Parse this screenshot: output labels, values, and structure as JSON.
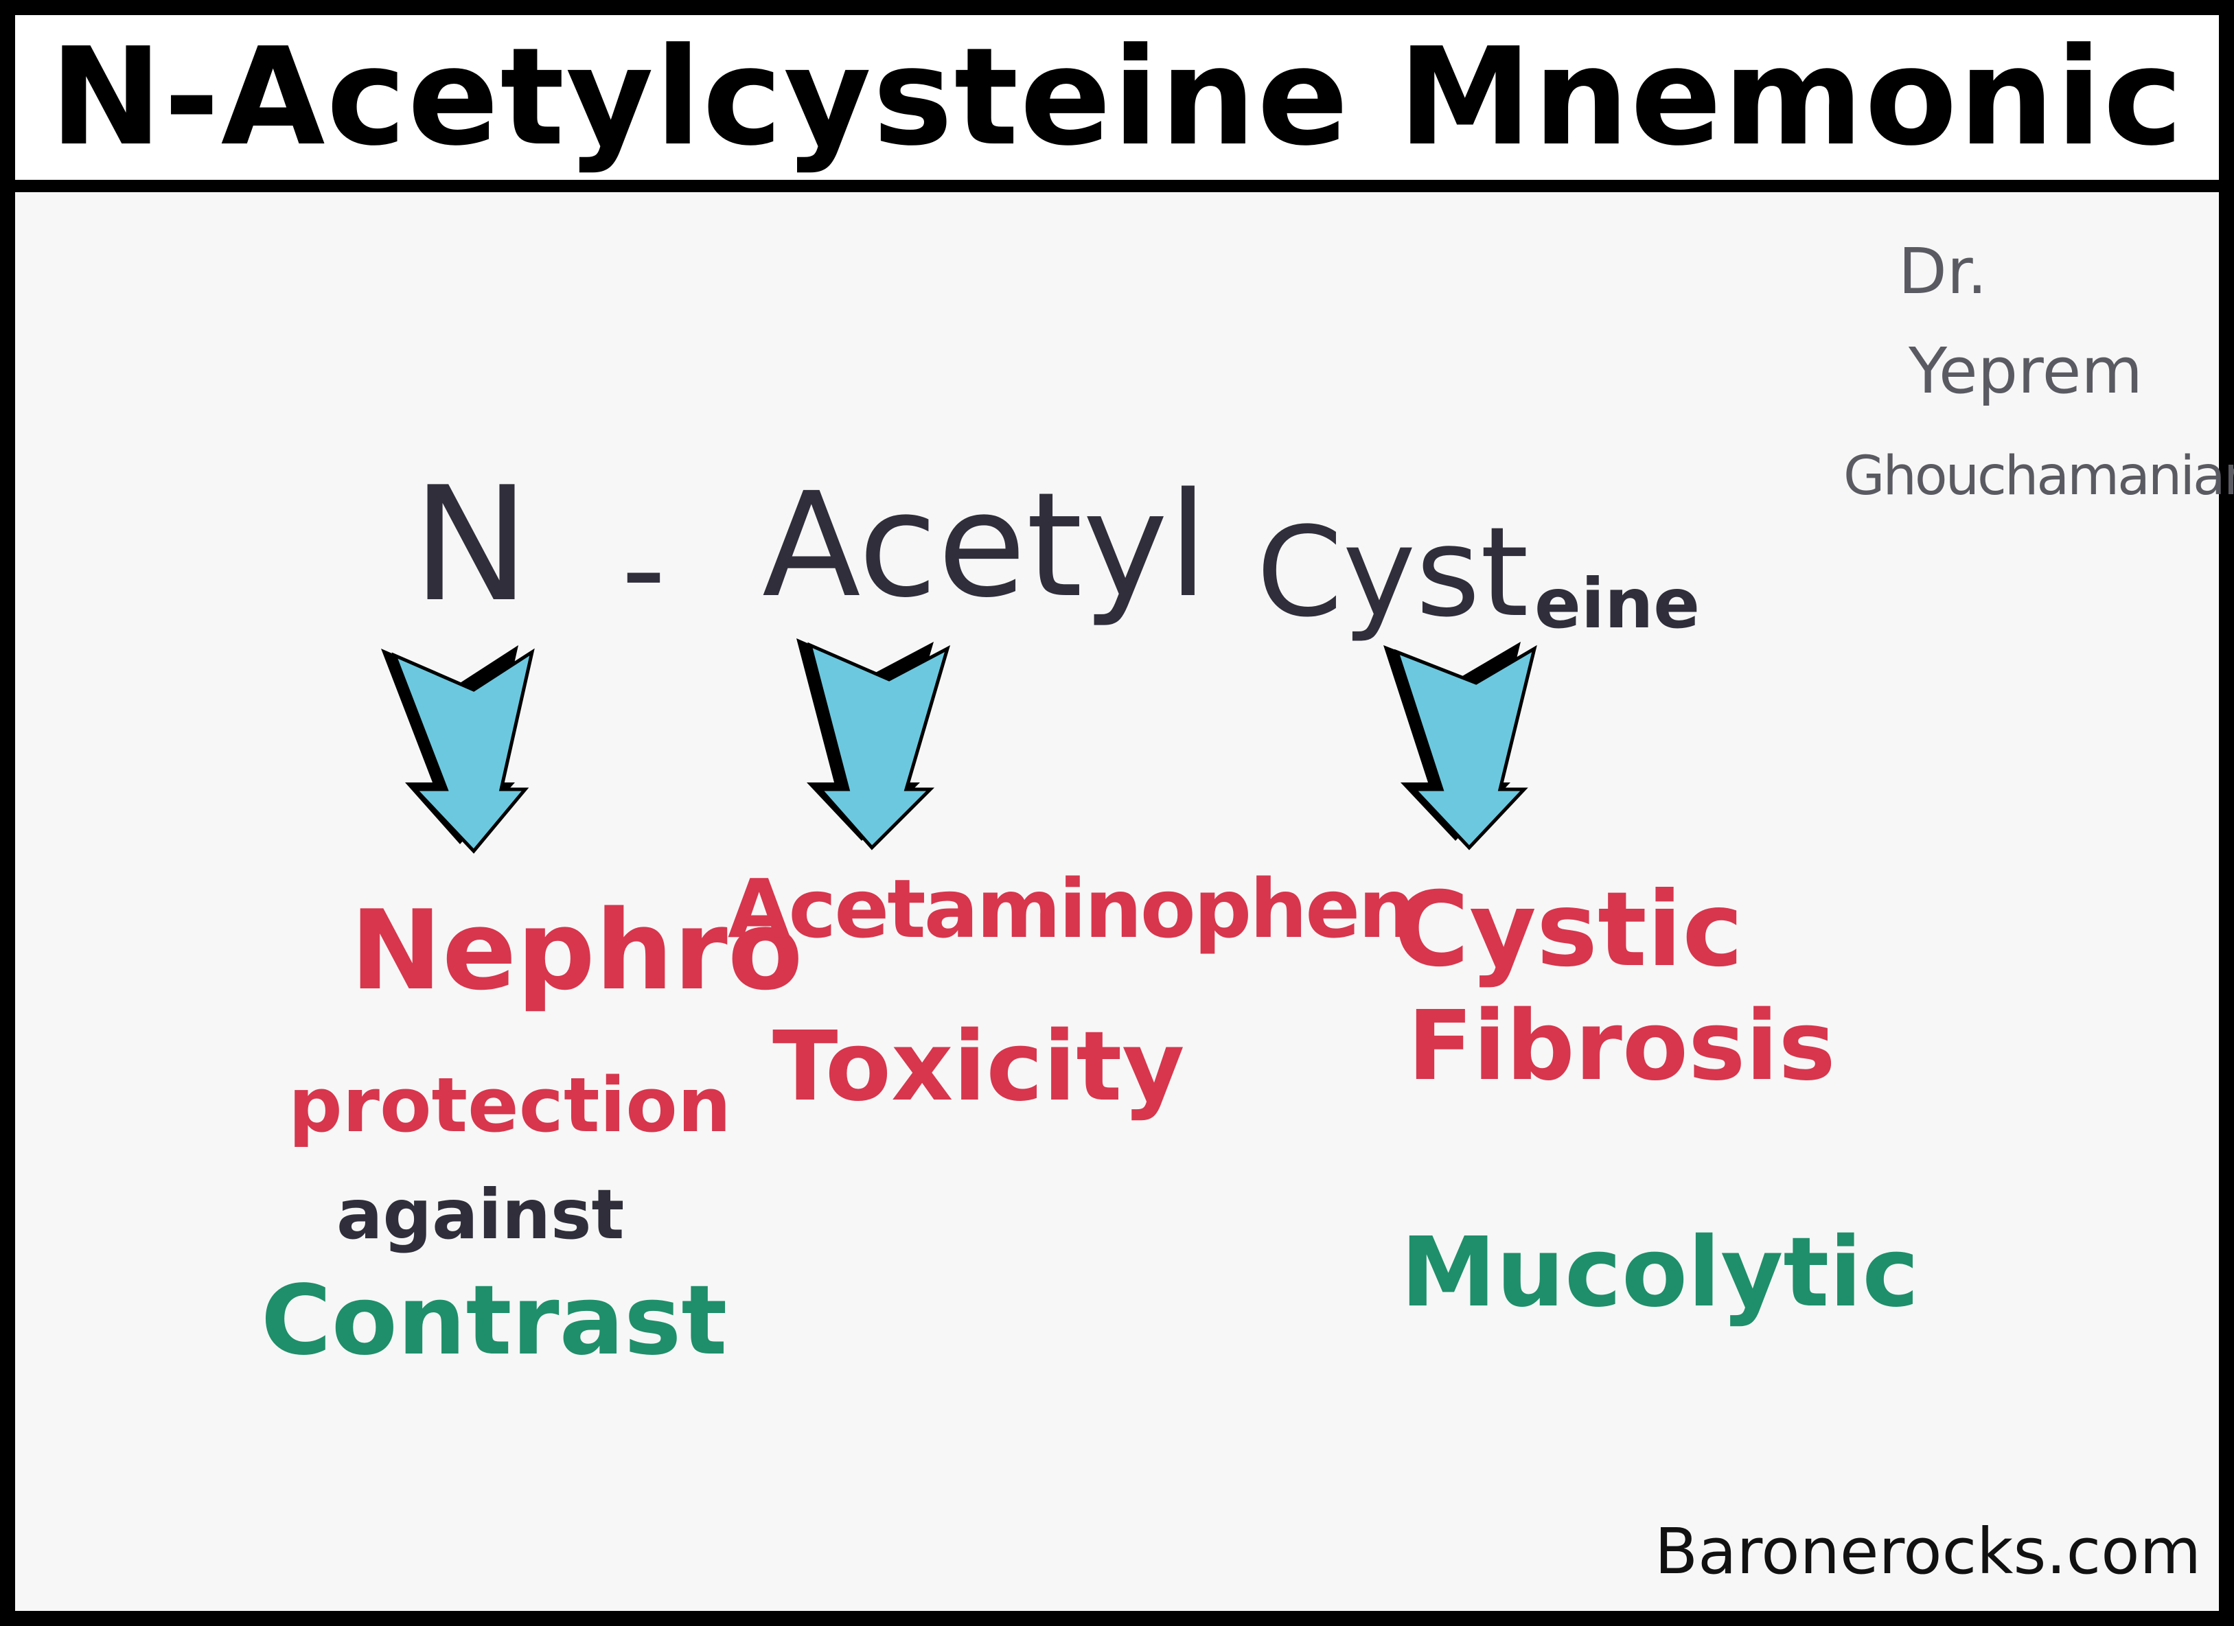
{
  "title": "N-Acetylcysteine Mnemonic",
  "author": {
    "line1": "Dr.",
    "line2": "Yeprem",
    "line3": "Ghouchamanian"
  },
  "drug_name": {
    "part_n": "N",
    "dash": "-",
    "part_acetyl": "Acetyl",
    "part_cyst": "Cyst",
    "part_eine": "eine"
  },
  "columns": [
    {
      "line1": "Nephro",
      "line2": "protection",
      "line3": "against",
      "line4": "Contrast"
    },
    {
      "line1": "Acetaminophen",
      "line2": "Toxicity"
    },
    {
      "line1": "Cystic",
      "line2": "Fibrosis",
      "line3": "Mucolytic"
    }
  ],
  "website": "Baronerocks.com",
  "colors": {
    "arrow_fill": "#6cc8df",
    "red_text": "#d7364d",
    "green_text": "#1e8f6a",
    "dark_text": "#2f2e3a"
  }
}
